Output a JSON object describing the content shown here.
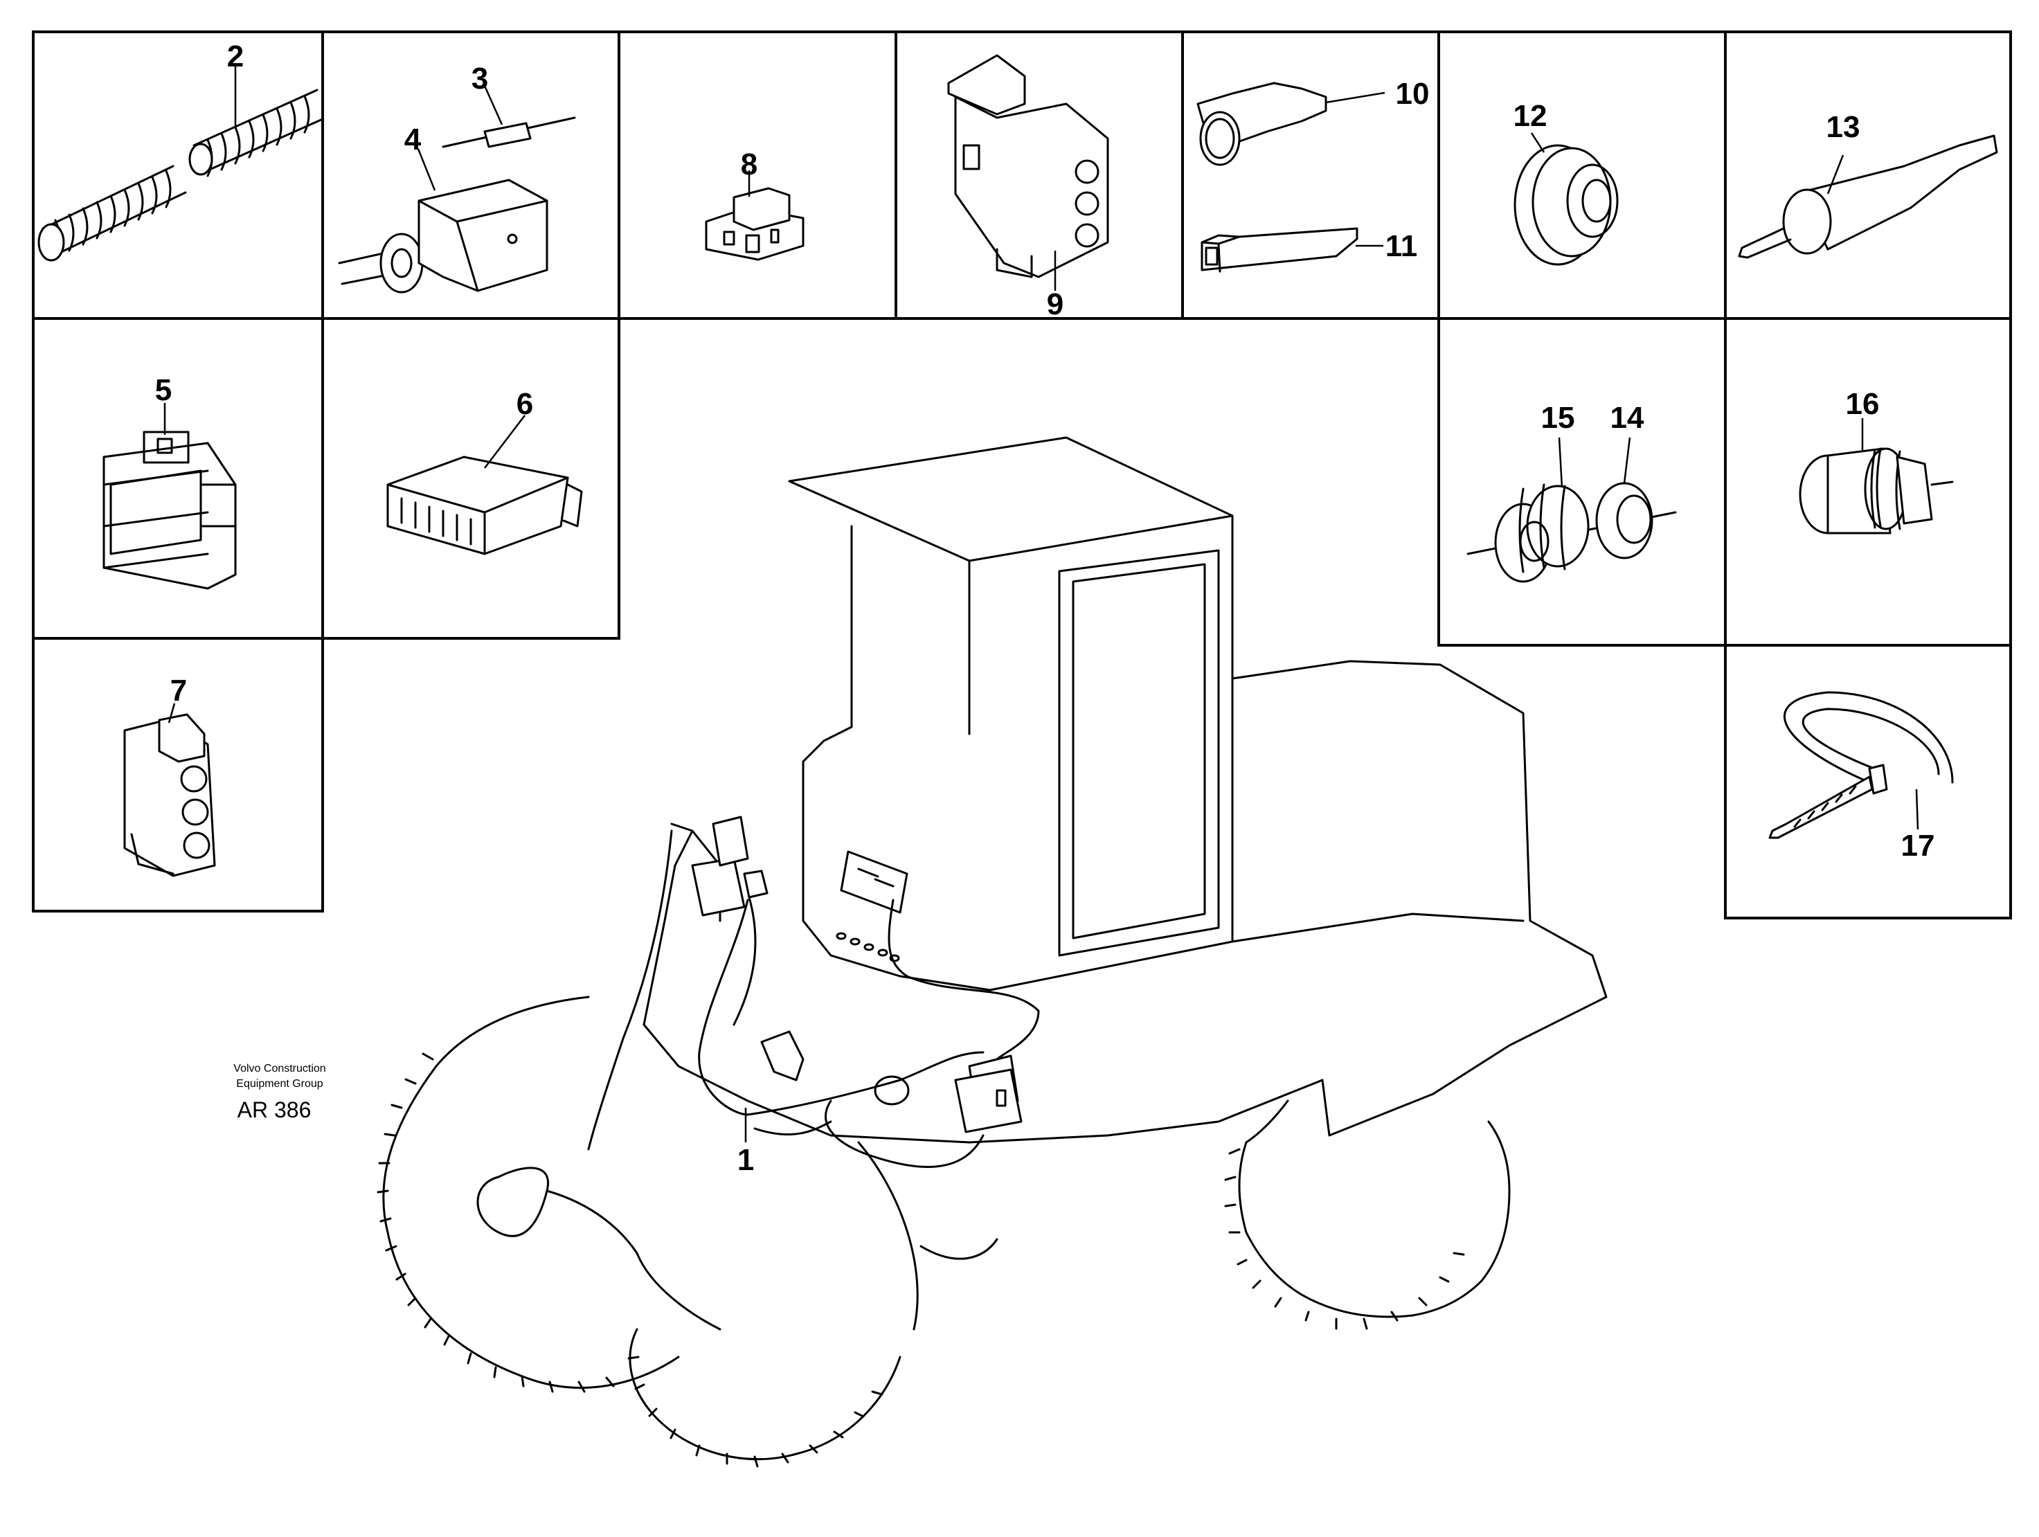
{
  "labels": {
    "n1": "1",
    "n2": "2",
    "n3": "3",
    "n4": "4",
    "n5": "5",
    "n6": "6",
    "n7": "7",
    "n8": "8",
    "n9": "9",
    "n10": "10",
    "n11": "11",
    "n12": "12",
    "n13": "13",
    "n14": "14",
    "n15": "15",
    "n16": "16",
    "n17": "17"
  },
  "caption": {
    "line1": "Volvo Construction",
    "line2": "Equipment Group",
    "code": "AR 386"
  }
}
